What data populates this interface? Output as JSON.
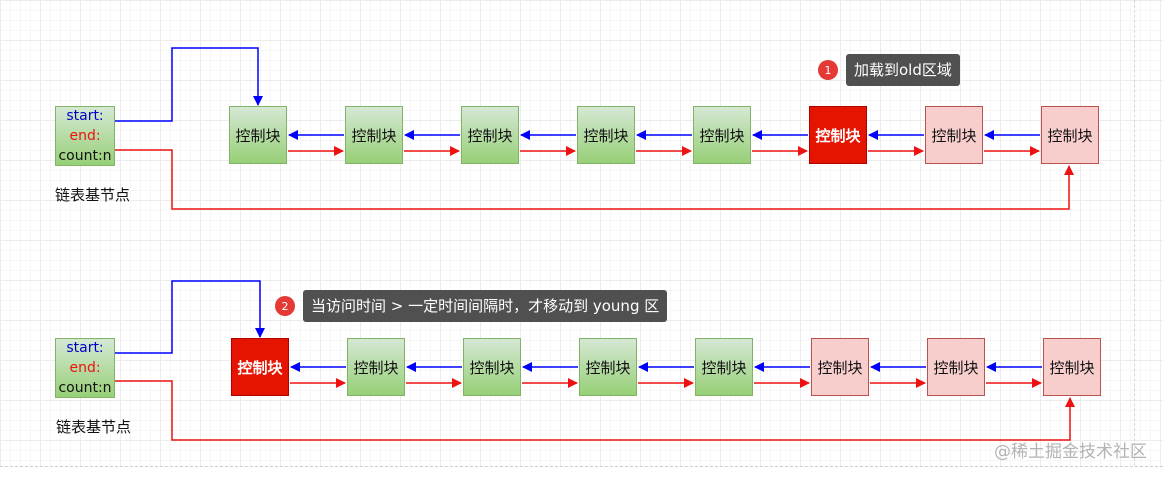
{
  "base_node": {
    "start": "start:",
    "end": "end:",
    "count": "count:n",
    "label": "链表基节点"
  },
  "block_label": "控制块",
  "rows": [
    {
      "callout_number": "1",
      "callout_text": "加载到old区域",
      "blocks": [
        "green",
        "green",
        "green",
        "green",
        "green",
        "red",
        "pink",
        "pink"
      ]
    },
    {
      "callout_number": "2",
      "callout_text": "当访问时间 > 一定时间间隔时，才移动到 young 区",
      "blocks": [
        "red",
        "green",
        "green",
        "green",
        "green",
        "pink",
        "pink",
        "pink"
      ]
    }
  ],
  "colors": {
    "start_link": "#0000ff",
    "end_link": "#ee1111",
    "green_block": "#97d077",
    "pink_block": "#f8cecc",
    "highlight_block": "#e51400"
  },
  "watermark": "@稀土掘金技术社区"
}
